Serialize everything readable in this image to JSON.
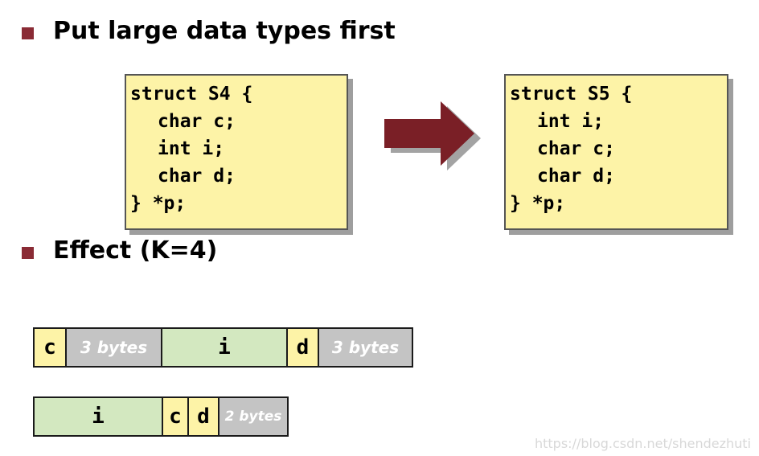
{
  "bullets": {
    "first": "Put large data types first",
    "second": "Effect (K=4)"
  },
  "struct_s4": {
    "lines": [
      "struct S4 {",
      "char c;",
      "int i;",
      "char d;",
      "} *p;"
    ]
  },
  "struct_s5": {
    "lines": [
      "struct S5 {",
      "int i;",
      "char c;",
      "char d;",
      "} *p;"
    ]
  },
  "layout_s4": {
    "cells": [
      {
        "label": "c",
        "kind": "char"
      },
      {
        "label": "3 bytes",
        "kind": "pad"
      },
      {
        "label": "i",
        "kind": "int"
      },
      {
        "label": "d",
        "kind": "char"
      },
      {
        "label": "3 bytes",
        "kind": "pad"
      }
    ]
  },
  "layout_s5": {
    "cells": [
      {
        "label": "i",
        "kind": "int"
      },
      {
        "label": "c",
        "kind": "char"
      },
      {
        "label": "d",
        "kind": "char"
      },
      {
        "label": "2 bytes",
        "kind": "pad"
      }
    ]
  },
  "watermark": "https://blog.csdn.net/shendezhuti",
  "colors": {
    "bullet": "#8a2b35",
    "arrow": "#7a1f26",
    "code_bg": "#fdf3a7",
    "int_cell": "#d3e8c0",
    "char_cell": "#fdf3a7",
    "pad_cell": "#c4c4c4"
  }
}
